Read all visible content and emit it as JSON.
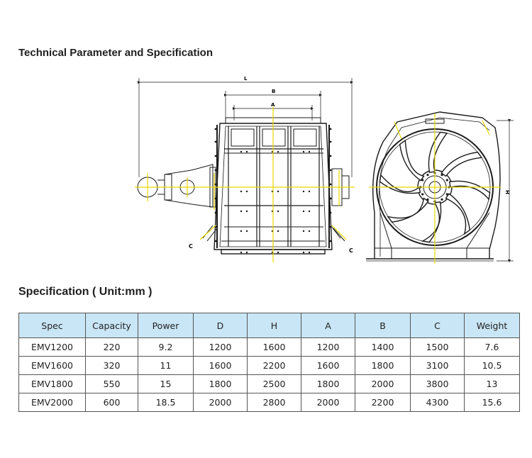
{
  "section_titles": {
    "technical": "Technical Parameter and Specification",
    "specification": "Specification ( Unit:mm )"
  },
  "drawing": {
    "dimension_labels": {
      "L": "L",
      "B": "B",
      "A": "A",
      "H": "H",
      "C": "C"
    }
  },
  "table": {
    "headers": [
      "Spec",
      "Capacity",
      "Power",
      "D",
      "H",
      "A",
      "B",
      "C",
      "Weight"
    ],
    "rows": [
      [
        "EMV1200",
        "220",
        "9.2",
        "1200",
        "1600",
        "1200",
        "1400",
        "1500",
        "7.6"
      ],
      [
        "EMV1600",
        "320",
        "11",
        "1600",
        "2200",
        "1600",
        "1800",
        "3100",
        "10.5"
      ],
      [
        "EMV1800",
        "550",
        "15",
        "1800",
        "2500",
        "1800",
        "2000",
        "3800",
        "13"
      ],
      [
        "EMV2000",
        "600",
        "18.5",
        "2000",
        "2800",
        "2000",
        "2200",
        "4300",
        "15.6"
      ]
    ]
  },
  "colors": {
    "header_bg": "#c9e6f6",
    "centerline": "#e8d800",
    "drawing_line": "#1a1a1a"
  }
}
